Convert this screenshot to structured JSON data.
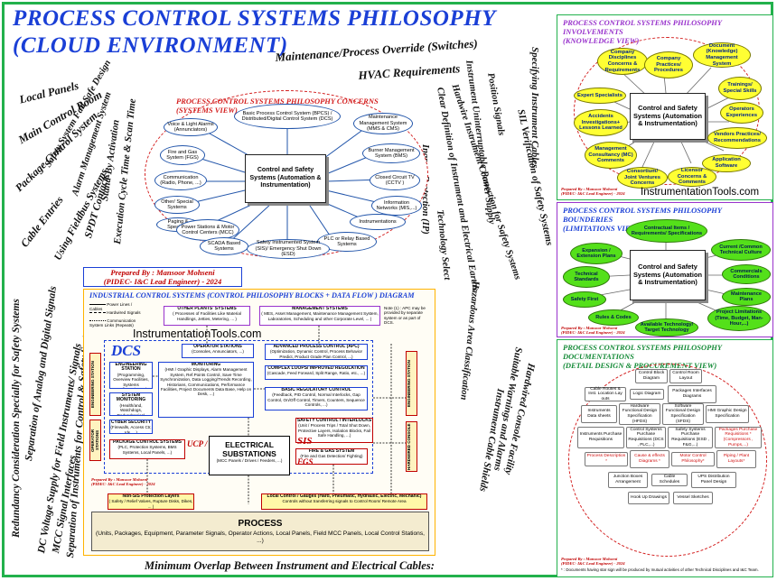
{
  "title": {
    "line1": "PROCESS CONTROL SYSTEMS PHILOSOPHY",
    "line2": "(CLOUD ENVIRONMENT)"
  },
  "top_phrases": {
    "maintenance": "Maintenance/Process  Override (Switches)",
    "hvac": "HVAC Requirements"
  },
  "left_phrases": [
    "Local Panels",
    "Main Control Room",
    "Package Control System",
    "Safety System Fail Safe Design",
    "Alarm Management System",
    "Cable Entries",
    "Using Fieldbus Systems",
    "SPDT Contacts",
    "Stand-By Activation",
    "Execution Cycle Time & Scan Time"
  ],
  "lower_left_phrases": [
    "Redundancy Consideration Specially for Safety Systems",
    "Separation of Analog and Digital Signals",
    "DC Voltage Supply for Field Instruments/ Signals",
    "MCC Signal Interfaces",
    "Separation of Instruments for Control & Safety Systems"
  ],
  "middle_phrases": [
    "Specifying Instrument Cables",
    "SIL Verification of Safety Systems",
    "Position Signals",
    "Instrument Uninterruptable Power Supply",
    "Hardwire Instrument Connection for Safety Systems",
    "Clear Definition of Instrument and Electrical Earths",
    "Ingress Protection (IP)",
    "Technology Select",
    "Hazardous Area Classification",
    "Suitable Warnings and Alarms",
    "Hardwired Console Facility",
    "Instrument Cable Shields"
  ],
  "bottom_phrase": "Minimum Overlap Between Instrument and Electrical Cables:",
  "concerns": {
    "title1": "PROCESS CONTROL SYSTEMS PHILOSOPHY CONCERNS",
    "title2": "(SYSTEMS VIEW)",
    "center": "Control and Safety Systems (Automation & Instrumentation)",
    "nodes": [
      "Basic Process Control System (BPCS) / Distributed/Digital Control System (DCS)",
      "Voice & Light Alarms (Annunciators)",
      "Maintenance Management System (MMS & CMS)",
      "Fire and Gas System (FGS)",
      "Burner Management System (BMS)",
      "Communication (Radio, Phone, ...)",
      "Closed Circuit TV (CCTV )",
      "Other/ Special Systems",
      "Information Networks (MIS,...)",
      "Paging & Speakers",
      "Instrumentations",
      "Power Stations & Motor Control Centers (MCC)",
      "SCADA Based Systems",
      "PLC or Relay Based Systems",
      "Safety Instrumented System (SIS)/ Emergency Shut Down (ESD)"
    ]
  },
  "prepared": {
    "line1": "Prepared By : Mansoor Mohseni",
    "line2": "(PIDEC- I&C Lead Engineer) - 2024"
  },
  "involvements": {
    "title1": "PROCESS CONTROL SYSTEMS PHILOSOPHY INVOLVEMENTS",
    "title2": "(KNOWLEDGE VIEW)",
    "center": "Control and Safety Systems (Automation & Instrumentation)",
    "nodes": [
      "Company Disciplines Concerns & Requirements",
      "Document (Knowledge) Management System",
      "Company Practices/ Procedures",
      "Expert Specialists",
      "Trainings/ Special Skills",
      "Accidents Investigations+ Lessons Learned",
      "Operators Experiences",
      "Management Consultancy (MC) Comments",
      "Vendors Practices/ Recommendations",
      "Application Software",
      "Consortium/ Joint Ventures Concerns",
      "Licensor Concerns & Comments"
    ],
    "watermark": "InstrumentationTools.com"
  },
  "limitations": {
    "title1": "PROCESS CONTROL SYSTEMS PHILOSOPHY BOUNDERIES",
    "title2": "(LIMITATIONS VIEW)",
    "center": "Control and Safety Systems (Automation & Instrumentation)",
    "nodes": [
      "Contractual Items / Requirements/ Specifications",
      "Expansion / Extension Plans",
      "Current /Common Technical Culture",
      "Technical Standards",
      "Commercials Conditions",
      "Safety First",
      "Maintenance Plans",
      "Rules & Codes",
      "Project Limitations (Time, Budget, Man-Hour,...)",
      "Available Technology/ Target Technology"
    ]
  },
  "documentations": {
    "title1": "PROCESS CONTROL SYSTEMS PHILOSOPHY DOCUMENTATIONS",
    "title2": "(DETAIL DESIGN & PROCUREMENT VIEW)",
    "docs": [
      {
        "t": "Control Block Diagram",
        "red": false
      },
      {
        "t": "Control Room Layout",
        "red": false
      },
      {
        "t": "Cable Routes & Inst. Location Lay outs",
        "red": false
      },
      {
        "t": "Logic Diagram",
        "red": false
      },
      {
        "t": "Packages Interfaces Diagrams",
        "red": false
      },
      {
        "t": "Instruments Data sheets",
        "red": false
      },
      {
        "t": "Hardware Functional Design Specification (HFDS)",
        "red": false
      },
      {
        "t": "Software Functional Design Specification (SFDS)",
        "red": false
      },
      {
        "t": "HMI Graphic Design Specification",
        "red": false
      },
      {
        "t": "Instruments Purchase Requisitions",
        "red": false
      },
      {
        "t": "Control Systems Purchase Requisitions (DCS , PLC,...)",
        "red": false
      },
      {
        "t": "Safety Systems Purchase Requisitions (ESD , F&G,...)",
        "red": false
      },
      {
        "t": "Packages Purchase Requisitions * (Compressors , Pumps,...)",
        "red": true
      },
      {
        "t": "Process Description *",
        "red": true
      },
      {
        "t": "Cause & effects Diagrams *",
        "red": true
      },
      {
        "t": "Motor Control Philosophy*",
        "red": true
      },
      {
        "t": "Piping / Plant Layouts*",
        "red": true
      },
      {
        "t": "Junction Boxes Arrangement",
        "red": false
      },
      {
        "t": "Cable Schedules",
        "red": false
      },
      {
        "t": "UPS Distribution Panel Design",
        "red": false
      },
      {
        "t": "Hook Up Drawings",
        "red": false
      },
      {
        "t": "Vessel Sketches",
        "red": false
      }
    ],
    "note": "* : Documents having star sign will be produced by mutual activities of other Technical Disciplines and I&C Team."
  },
  "ics": {
    "title": "INDUSTRIAL CONTROL SYSTEMS (CONTROL PHILOSOPHY BLOCKS + DATA FLOW ) DIAGRAM",
    "legend": [
      "Power Lines / Cables",
      "Hardwired Signals",
      "Communication System Links (Repeats)"
    ],
    "other_plants": {
      "title": "OTHER PLANTS' SYSTEMS",
      "text": "( Processes of Facilities Like Material Handlings, Jetties, Metering, ... )"
    },
    "management": {
      "title": "MANAGEMENT SYSTEMS",
      "text": "( MES, Asset Management, Maintenance Management System, Laboratories, Scheduling and other Corporate Level, ... )"
    },
    "note": "Note (1) : APC may be provided by separate system or as part of DCS.",
    "watermark": "InstrumentationTools.com",
    "dcs": "DCS",
    "ops": {
      "title": "OPERATOR STATIONS",
      "text": "(Consoles, Annunciators, ...)"
    },
    "apc": {
      "title": "ADVANCED PROCESS CONTROL (APC)",
      "text": "(Optimization, Dynamic Control, Process Behavior Predict, Product Grade Plan Control, ...)"
    },
    "eng": {
      "title": "ENGINEERING STATION",
      "text": "(Programming, Overview Facilities, Systems Configuration, ...)"
    },
    "monitoring": {
      "title": "MONITORING",
      "text": "(HMI / Graphic Displays, Alarm Management System, Ref.Points Control, Save Time Synchronization, Data Logging/Trends Recording, Historians, Communications, Performance Facilities, Project Documents Data Base, Help on Desk, ...)"
    },
    "complex": {
      "title": "COMPLEX LOOPS/ IMPROVED REGULATION",
      "text": "(Cascade, Feed Forward, Split Range, Ratio, etc., ...)"
    },
    "sysmon": {
      "title": "SYSTEM MONITORING",
      "text": "(Health/and, Watchdogs, Redundancies)"
    },
    "cyber": {
      "title": "CYBER SECURITY",
      "text": "(Firewalls, Access Ctr, Ids, ...)"
    },
    "basic": {
      "title": "BASIC REGULATORY CONTROL",
      "text": "(Feedback, PID Control, Normal Interlocks, Gap Control, On/Off Control, Timers, Counters, Sequence Controls, ...)"
    },
    "pkg": {
      "title": "PACKAGE CONTROL SYSTEMS",
      "text": "(PLC, Protection Systems, BMS Systems, Local Panels, ...)"
    },
    "ucp": "UCP / PLC",
    "elec": {
      "title": "ELECTRICAL SUBSTATIONS",
      "text": "(MCC Panels / Drives / Feeders, ...)"
    },
    "sis_box": {
      "title": "SAFETY CONTROL / INTERLOCKS",
      "text": "(Unit / Process Trips / Total Shut Down, Protective Layers, Isolation Blocks, Fail Safe Handling, ...)"
    },
    "sis": "SIS",
    "fgs_box": {
      "title": "FIRE & GAS SYSTEM",
      "text": "(Fire and Gas Detection/ Fighting)"
    },
    "fgs": "FGS",
    "left_eng": "ENGINEERING STATION",
    "left_ops": "OPERATOR STATIONS",
    "right_eng": "ENGINEERING STATION",
    "right_hw": "HARDWIRED CONSOLE",
    "non_sis": {
      "title": "Non-SIS Protection Layers",
      "text": "( Safety / Relief Valves, Rupture Disks, Dikes, ... )"
    },
    "local": {
      "title": "Local Control / Gauges (Hard, Pneumatic, Hydraulic, Electric, Mechanic)",
      "text": "Controls without transferring signals to Control Room/ Remote Area"
    },
    "process": {
      "title": "PROCESS",
      "text": "(Units, Packages, Equipment, Parameter Signals, Operator Actions, Local Panels, Field MCC Panels, Local Control Stations, ...)"
    }
  },
  "colors": {
    "blue_title": "#1a3fd6",
    "frame": "#22b14c",
    "red_dash": "#d42020",
    "yellow": "#ffff33",
    "green": "#54e01a",
    "purple": "#9933cc"
  }
}
